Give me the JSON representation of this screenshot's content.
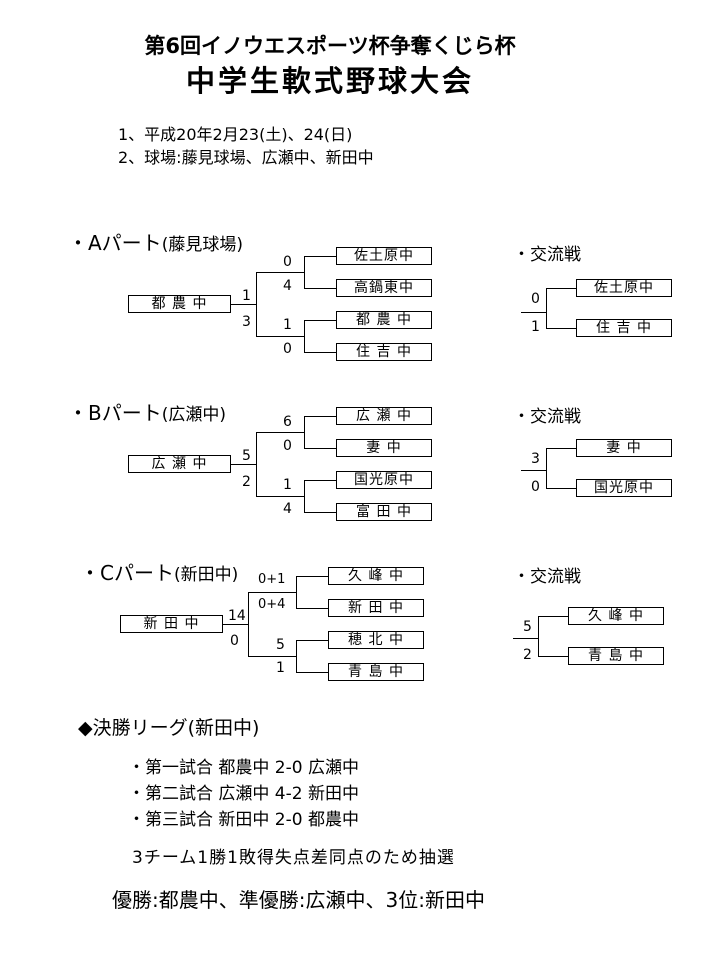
{
  "title": {
    "line1": "第6回イノウエスポーツ杯争奪くじら杯",
    "line2": "中学生軟式野球大会"
  },
  "info": {
    "date": "1、平成20年2月23(土)、24(日)",
    "venues": "2、球場:藤見球場、広瀬中、新田中"
  },
  "parts": [
    {
      "label": "・Aパート",
      "venue": "(藤見球場)",
      "root": "都 農 中",
      "root_scores": [
        "1",
        "3"
      ],
      "teams": [
        "佐土原中",
        "高鍋東中",
        "都 農 中",
        "住 吉 中"
      ],
      "team_scores": [
        "0",
        "4",
        "1",
        "0"
      ],
      "exchange_label": "・交流戦",
      "exchange_teams": [
        "佐土原中",
        "住 吉 中"
      ],
      "exchange_scores": [
        "0",
        "1"
      ]
    },
    {
      "label": "・Bパート",
      "venue": "(広瀬中)",
      "root": "広 瀬 中",
      "root_scores": [
        "5",
        "2"
      ],
      "teams": [
        "広 瀬 中",
        "妻  中",
        "国光原中",
        "富 田 中"
      ],
      "team_scores": [
        "6",
        "0",
        "1",
        "4"
      ],
      "exchange_label": "・交流戦",
      "exchange_teams": [
        "妻  中",
        "国光原中"
      ],
      "exchange_scores": [
        "3",
        "0"
      ]
    },
    {
      "label": "・Cパート",
      "venue": "(新田中)",
      "root": "新 田 中",
      "root_scores": [
        "14",
        "0"
      ],
      "teams": [
        "久 峰 中",
        "新 田 中",
        "穂 北 中",
        "青 島 中"
      ],
      "team_scores": [
        "0+1",
        "0+4",
        "5",
        "1"
      ],
      "exchange_label": "・交流戦",
      "exchange_teams": [
        "久 峰 中",
        "青 島 中"
      ],
      "exchange_scores": [
        "5",
        "2"
      ]
    }
  ],
  "final": {
    "heading": "◆決勝リーグ(新田中)",
    "matches": [
      "・第一試合 都農中 2-0 広瀬中",
      "・第二試合 広瀬中 4-2 新田中",
      "・第三試合 新田中 2-0 都農中"
    ],
    "note": "3チーム1勝1敗得失点差同点のため抽選",
    "result": "優勝:都農中、準優勝:広瀬中、3位:新田中"
  }
}
